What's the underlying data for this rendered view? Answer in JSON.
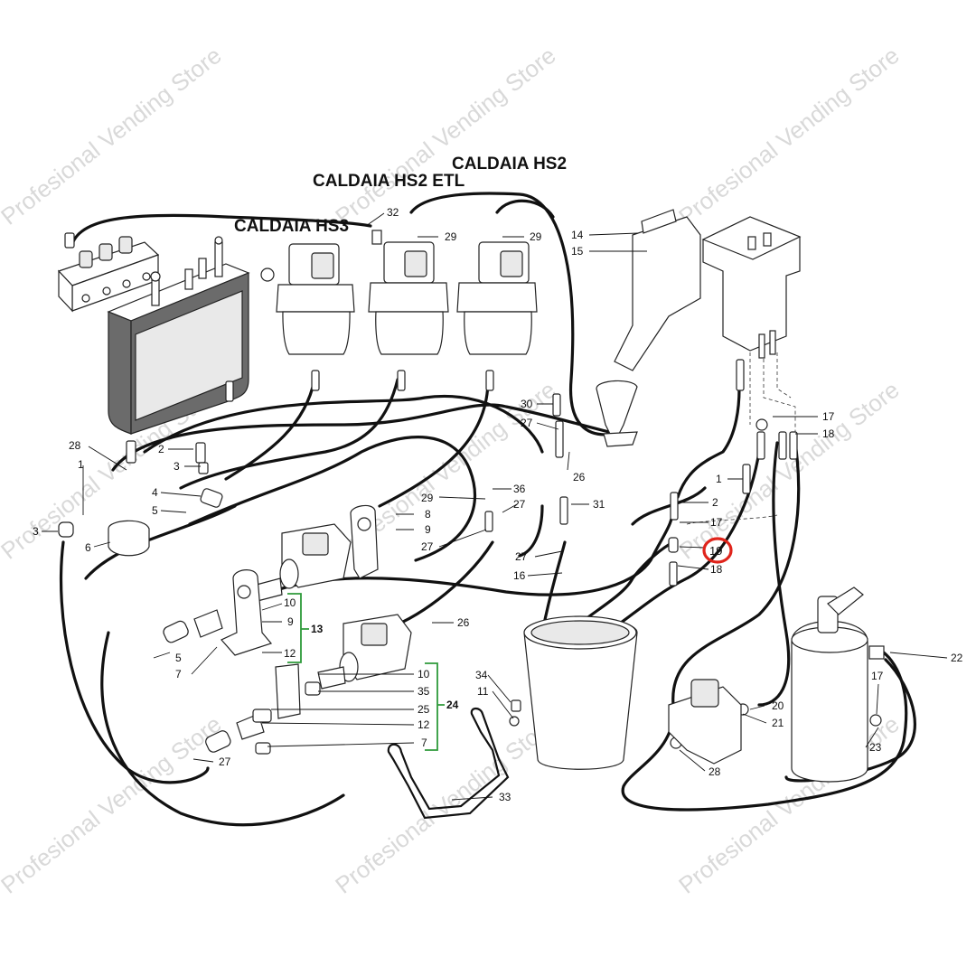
{
  "watermark": "Profesional Vending Store",
  "headings": {
    "hs2": "CALDAIA HS2",
    "hs2_etl": "CALDAIA HS2 ETL",
    "hs3": "CALDAIA HS3"
  },
  "highlight": {
    "number": "19",
    "color": "#e0241b"
  },
  "bracket_color": "#2e9a3a",
  "callouts": [
    {
      "id": "c32",
      "text": "32"
    },
    {
      "id": "c29a",
      "text": "29"
    },
    {
      "id": "c29b",
      "text": "29"
    },
    {
      "id": "c14",
      "text": "14"
    },
    {
      "id": "c15",
      "text": "15"
    },
    {
      "id": "c28a",
      "text": "28"
    },
    {
      "id": "c2a",
      "text": "2"
    },
    {
      "id": "c3a",
      "text": "3"
    },
    {
      "id": "c1a",
      "text": "1"
    },
    {
      "id": "c4",
      "text": "4"
    },
    {
      "id": "c5a",
      "text": "5"
    },
    {
      "id": "c3b",
      "text": "3"
    },
    {
      "id": "c6",
      "text": "6"
    },
    {
      "id": "c30",
      "text": "30"
    },
    {
      "id": "c27a",
      "text": "27"
    },
    {
      "id": "c26a",
      "text": "26"
    },
    {
      "id": "c29c",
      "text": "29"
    },
    {
      "id": "c36",
      "text": "36"
    },
    {
      "id": "c27b",
      "text": "27"
    },
    {
      "id": "c31",
      "text": "31"
    },
    {
      "id": "c8",
      "text": "8"
    },
    {
      "id": "c9a",
      "text": "9"
    },
    {
      "id": "c27c",
      "text": "27"
    },
    {
      "id": "c27d",
      "text": "27"
    },
    {
      "id": "c16",
      "text": "16"
    },
    {
      "id": "c17a",
      "text": "17"
    },
    {
      "id": "c18a",
      "text": "18"
    },
    {
      "id": "c1b",
      "text": "1"
    },
    {
      "id": "c2b",
      "text": "2"
    },
    {
      "id": "c17b",
      "text": "17"
    },
    {
      "id": "c18b",
      "text": "18"
    },
    {
      "id": "c10a",
      "text": "10"
    },
    {
      "id": "c9b",
      "text": "9"
    },
    {
      "id": "c12a",
      "text": "12"
    },
    {
      "id": "c26b",
      "text": "26"
    },
    {
      "id": "c5b",
      "text": "5"
    },
    {
      "id": "c7a",
      "text": "7"
    },
    {
      "id": "c10b",
      "text": "10"
    },
    {
      "id": "c35",
      "text": "35"
    },
    {
      "id": "c25",
      "text": "25"
    },
    {
      "id": "c12b",
      "text": "12"
    },
    {
      "id": "c7b",
      "text": "7"
    },
    {
      "id": "c27e",
      "text": "27"
    },
    {
      "id": "c34",
      "text": "34"
    },
    {
      "id": "c11",
      "text": "11"
    },
    {
      "id": "c33",
      "text": "33"
    },
    {
      "id": "c22",
      "text": "22"
    },
    {
      "id": "c17c",
      "text": "17"
    },
    {
      "id": "c20",
      "text": "20"
    },
    {
      "id": "c21",
      "text": "21"
    },
    {
      "id": "c23",
      "text": "23"
    },
    {
      "id": "c28b",
      "text": "28"
    }
  ],
  "group_labels": {
    "g13": "13",
    "g24": "24"
  }
}
